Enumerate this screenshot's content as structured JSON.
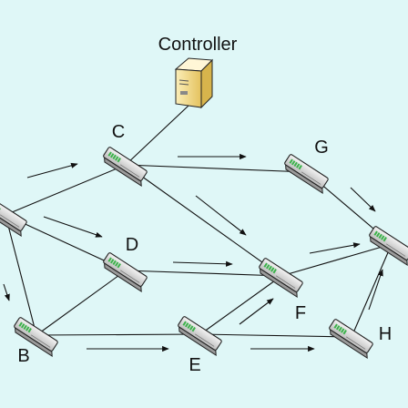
{
  "controller": {
    "label": "Controller",
    "icon": "server-icon"
  },
  "nodes": [
    {
      "id": "A",
      "label": "",
      "icon": "switch-icon"
    },
    {
      "id": "B",
      "label": "B",
      "icon": "switch-icon"
    },
    {
      "id": "C",
      "label": "C",
      "icon": "switch-icon"
    },
    {
      "id": "D",
      "label": "D",
      "icon": "switch-icon"
    },
    {
      "id": "E",
      "label": "E",
      "icon": "switch-icon"
    },
    {
      "id": "F",
      "label": "F",
      "icon": "switch-icon"
    },
    {
      "id": "G",
      "label": "G",
      "icon": "switch-icon"
    },
    {
      "id": "H",
      "label": "H",
      "icon": "switch-icon"
    },
    {
      "id": "I",
      "label": "",
      "icon": "switch-icon"
    }
  ],
  "links": [
    [
      "controller",
      "C"
    ],
    [
      "A",
      "C"
    ],
    [
      "A",
      "D"
    ],
    [
      "A",
      "B"
    ],
    [
      "B",
      "D"
    ],
    [
      "B",
      "E"
    ],
    [
      "C",
      "G"
    ],
    [
      "C",
      "F"
    ],
    [
      "D",
      "F"
    ],
    [
      "E",
      "F"
    ],
    [
      "E",
      "H"
    ],
    [
      "F",
      "I"
    ],
    [
      "G",
      "I"
    ],
    [
      "H",
      "I"
    ]
  ],
  "colors": {
    "background": "#dff7f7",
    "switch_face": "#e6e6e6",
    "switch_port": "#3bb34a",
    "server_body": "#f3d98a"
  }
}
